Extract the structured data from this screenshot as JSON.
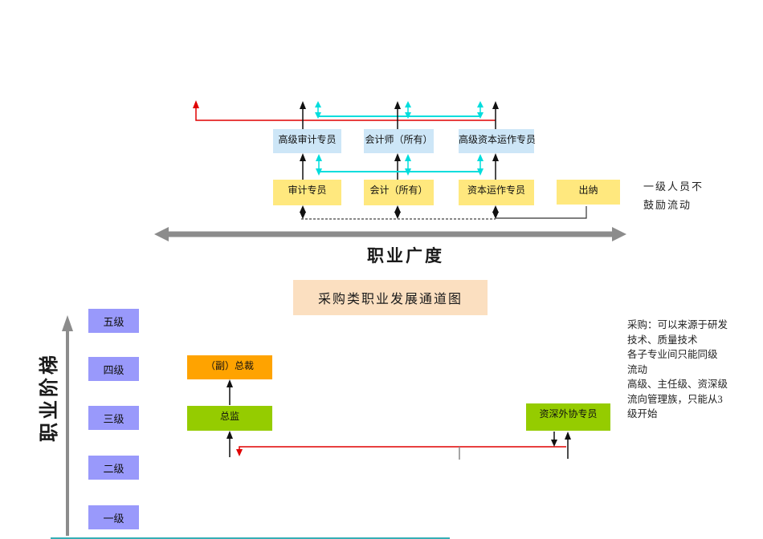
{
  "upper": {
    "senior_row": [
      "高级审计专员",
      "会计师（所有）",
      "高级资本运作专员"
    ],
    "junior_row": [
      "审计专员",
      "会计（所有）",
      "资本运作专员",
      "出纳"
    ],
    "note_lines": [
      "一级人员不",
      "鼓励流动"
    ],
    "axis_label": "职业广度"
  },
  "lower": {
    "title": "采购类职业发展通道图",
    "axis_label": "职业阶梯",
    "levels": [
      "五级",
      "四级",
      "三级",
      "二级",
      "一级"
    ],
    "vp_box": "（副）总裁",
    "director_box": "总监",
    "senior_outsourcing_box": "资深外协专员",
    "note_lines": [
      "采购：可以来源于研发",
      "技术、质量技术",
      "各子专业间只能同级",
      "流动",
      "高级、主任级、资深级",
      "流向管理族，只能从3",
      "级开始"
    ]
  },
  "colors": {
    "red_connector": "#E00000",
    "cyan_connector": "#00DDDD",
    "gray_axis": "#8C8C8C",
    "blue_box": "#CDE6F7",
    "yellow_box": "#FFE87E",
    "purple_box": "#9999FB",
    "orange_box": "#FFA300",
    "green_box": "#95CC00",
    "title_box": "#FBDFC0",
    "teal_strip": "#35AEB5"
  }
}
